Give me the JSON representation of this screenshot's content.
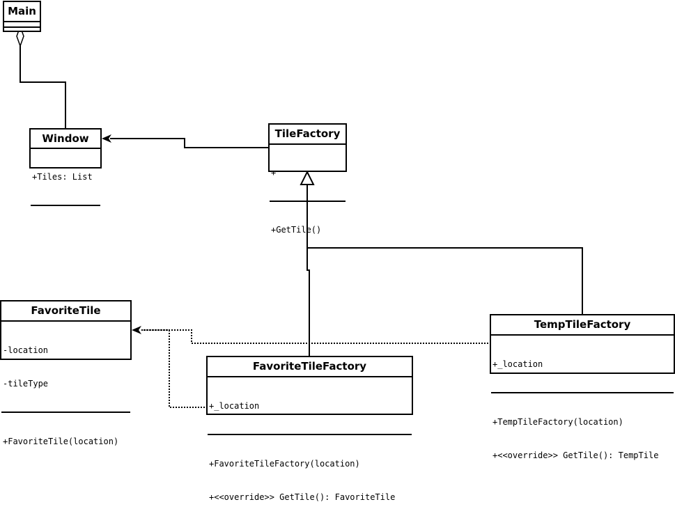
{
  "classes": {
    "main": {
      "name": "Main",
      "attributes": [],
      "operations": []
    },
    "window": {
      "name": "Window",
      "attributes": [
        "+Tiles: List"
      ],
      "operations": []
    },
    "tile_factory": {
      "name": "TileFactory",
      "attributes": [
        "+"
      ],
      "operations": [
        "+GetTile()"
      ]
    },
    "favorite_tile": {
      "name": "FavoriteTile",
      "attributes": [
        "-location",
        "-tileType"
      ],
      "operations": [
        "+FavoriteTile(location)"
      ]
    },
    "favorite_tile_factory": {
      "name": "FavoriteTileFactory",
      "attributes": [
        "+_location"
      ],
      "operations": [
        "+FavoriteTileFactory(location)",
        "+<<override>> GetTile(): FavoriteTile"
      ]
    },
    "temp_tile_factory": {
      "name": "TempTileFactory",
      "attributes": [
        "+_location"
      ],
      "operations": [
        "+TempTileFactory(location)",
        "+<<override>> GetTile(): TempTile"
      ]
    }
  },
  "relations": [
    {
      "type": "aggregation",
      "from": "window",
      "to": "main"
    },
    {
      "type": "association",
      "from": "tile_factory",
      "to": "window"
    },
    {
      "type": "generalization",
      "from": "favorite_tile_factory",
      "to": "tile_factory"
    },
    {
      "type": "generalization",
      "from": "temp_tile_factory",
      "to": "tile_factory"
    },
    {
      "type": "dependency",
      "from": "favorite_tile_factory",
      "to": "favorite_tile"
    },
    {
      "type": "dependency",
      "from": "temp_tile_factory",
      "to": "favorite_tile"
    }
  ],
  "colors": {
    "line": "#000000",
    "background": "#ffffff"
  }
}
